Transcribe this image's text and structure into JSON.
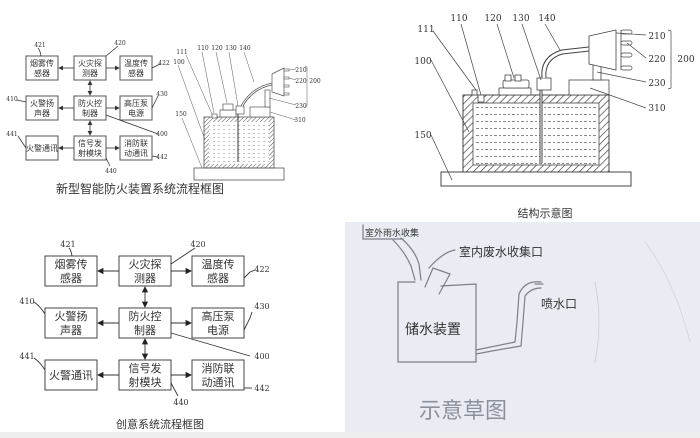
{
  "flowchart_small": {
    "caption": "新型智能防火装置系统流程框图",
    "boxes": {
      "smoke": [
        "烟雾传",
        "感器"
      ],
      "detector": [
        "火灾探",
        "测器"
      ],
      "temp": [
        "温度传",
        "感器"
      ],
      "speaker": [
        "火警扬",
        "声器"
      ],
      "controller": [
        "防火控",
        "制器"
      ],
      "pump": [
        "高压泵",
        "电源"
      ],
      "alarm_comm": [
        "火警通讯"
      ],
      "signal": [
        "信号发",
        "射模块"
      ],
      "linkage": [
        "消防联",
        "动通讯"
      ]
    },
    "refs": {
      "smoke": "421",
      "detector": "420",
      "temp": "422",
      "speaker": "410",
      "pump": "430",
      "controller": "400",
      "alarm_comm": "441",
      "signal": "440",
      "linkage": "442"
    }
  },
  "structure_small": {
    "refs": {
      "r111": "111",
      "r110": "110",
      "r120": "120",
      "r130": "130",
      "r140": "140",
      "r100": "100",
      "r150": "150",
      "r210": "210",
      "r220": "220",
      "r230": "230",
      "r200": "200",
      "r310": "310"
    }
  },
  "structure_large": {
    "caption": "结构示意图",
    "refs": {
      "r111": "111",
      "r110": "110",
      "r120": "120",
      "r130": "130",
      "r140": "140",
      "r100": "100",
      "r150": "150",
      "r210": "210",
      "r220": "220",
      "r230": "230",
      "r200": "200",
      "r310": "310"
    }
  },
  "flowchart_large": {
    "caption": "创意系统流程框图",
    "boxes": {
      "smoke": [
        "烟雾传",
        "感器"
      ],
      "detector": [
        "火灾探",
        "测器"
      ],
      "temp": [
        "温度传",
        "感器"
      ],
      "speaker": [
        "火警扬",
        "声器"
      ],
      "controller": [
        "防火控",
        "制器"
      ],
      "pump": [
        "高压泵",
        "电源"
      ],
      "alarm_comm": [
        "火警通讯"
      ],
      "signal": [
        "信号发",
        "射模块"
      ],
      "linkage": [
        "消防联",
        "动通讯"
      ]
    },
    "refs": {
      "smoke": "421",
      "detector": "420",
      "temp": "422",
      "speaker": "410",
      "pump": "430",
      "controller": "400",
      "alarm_comm": "441",
      "signal": "440",
      "linkage": "442"
    }
  },
  "sketch": {
    "outdoor_label": "室外雨水收集",
    "indoor_label": "室内废水收集口",
    "spray_label": "喷水口",
    "tank_label": "储水装置",
    "title": "示意草图"
  },
  "colors": {
    "line": "#333333",
    "paper": "#e9ecf3",
    "pencil": "#7b7f88"
  }
}
